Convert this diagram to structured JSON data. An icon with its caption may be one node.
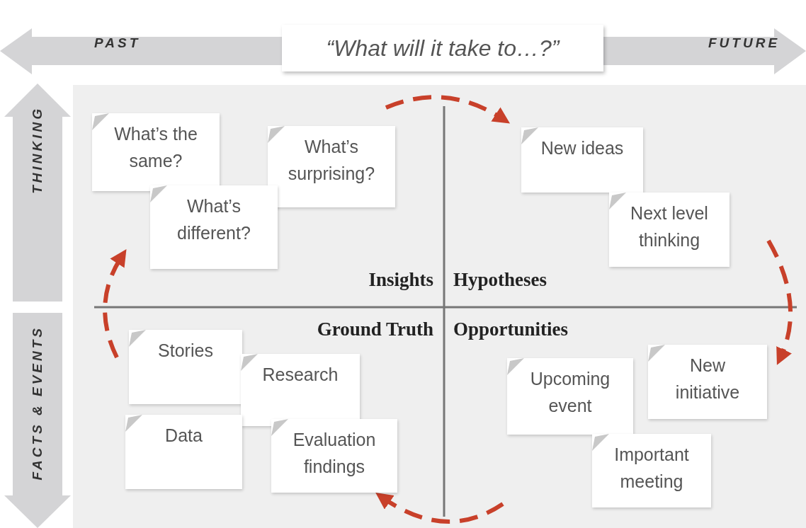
{
  "diagram": {
    "nodes": [
      {
        "text": [
          "“What will it take to…?”"
        ]
      },
      {
        "text": [
          "What’s the same?"
        ]
      },
      {
        "text": [
          "What’s surprising?"
        ]
      },
      {
        "text": [
          "What’s different?"
        ]
      },
      {
        "text": [
          "New ideas"
        ]
      },
      {
        "text": [
          "Next level thinking"
        ]
      },
      {
        "text": [
          "Stories"
        ]
      },
      {
        "text": [
          "Research"
        ]
      },
      {
        "text": [
          "Data"
        ]
      },
      {
        "text": [
          "Evaluation findings"
        ]
      },
      {
        "text": [
          "Upcoming event"
        ]
      },
      {
        "text": [
          "New initiative"
        ]
      },
      {
        "text": [
          "Important meeting"
        ]
      }
    ],
    "labels": [
      "PAST",
      "FUTURE",
      "THINKING",
      "FACTS & EVENTS",
      "Insights",
      "Hypotheses",
      "Ground Truth",
      "Opportunities"
    ]
  }
}
